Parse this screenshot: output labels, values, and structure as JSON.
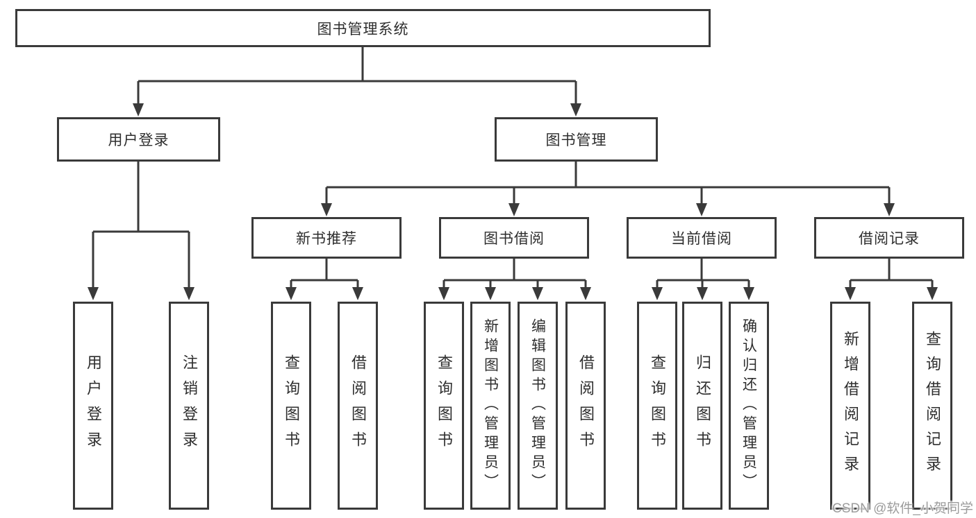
{
  "colors": {
    "line": "#3a3a3a",
    "text": "#2e2e2e",
    "background": "#ffffff",
    "watermark": "#9c9c9c"
  },
  "nodes": {
    "root": "图书管理系统",
    "user_login": "用户登录",
    "book_management": "图书管理",
    "new_book_recommend": "新书推荐",
    "book_borrow": "图书借阅",
    "current_borrow": "当前借阅",
    "borrow_record": "借阅记录",
    "leaf_user_login": "用户登录",
    "leaf_logout": "注销登录",
    "leaf_query_book_1": "查询图书",
    "leaf_borrow_book_1": "借阅图书",
    "leaf_query_book_2": "查询图书",
    "leaf_add_book": "新增图书（管理员）",
    "leaf_edit_book": "编辑图书（管理员）",
    "leaf_borrow_book_2": "借阅图书",
    "leaf_query_book_3": "查询图书",
    "leaf_return_book": "归还图书",
    "leaf_confirm_return": "确认归还（管理员）",
    "leaf_add_borrow_record": "新增借阅记录",
    "leaf_query_borrow_record": "查询借阅记录"
  },
  "hierarchy": {
    "图书管理系统": {
      "用户登录": [
        "用户登录",
        "注销登录"
      ],
      "图书管理": {
        "新书推荐": [
          "查询图书",
          "借阅图书"
        ],
        "图书借阅": [
          "查询图书",
          "新增图书（管理员）",
          "编辑图书（管理员）",
          "借阅图书"
        ],
        "当前借阅": [
          "查询图书",
          "归还图书",
          "确认归还（管理员）"
        ],
        "借阅记录": [
          "新增借阅记录",
          "查询借阅记录"
        ]
      }
    }
  },
  "watermark": "CSDN @软件_小贺同学"
}
